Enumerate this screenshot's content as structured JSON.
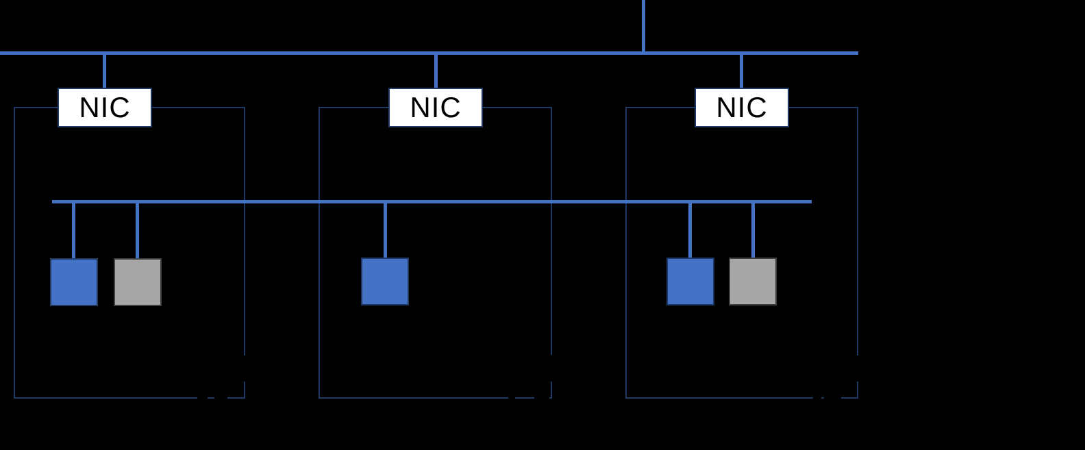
{
  "diagram": {
    "type": "network-virtualization-diagram",
    "physical_bus": {
      "orientation": "horizontal"
    },
    "virtual_bus": {
      "orientation": "horizontal"
    },
    "hosts": [
      {
        "nic_label": "NIC",
        "vms": [
          {
            "kind": "blue"
          },
          {
            "kind": "gray"
          }
        ]
      },
      {
        "nic_label": "NIC",
        "vms": [
          {
            "kind": "blue"
          }
        ]
      },
      {
        "nic_label": "NIC",
        "vms": [
          {
            "kind": "blue"
          },
          {
            "kind": "gray"
          }
        ]
      }
    ]
  },
  "colors": {
    "background": "#000000",
    "bus": "#4472C4",
    "box_border": "#203864",
    "nic_fill": "#FFFFFF",
    "nic_text": "#000000",
    "vm_blue_fill": "#4472C4",
    "vm_blue_border": "#1F3864",
    "vm_gray_fill": "#A6A6A6",
    "vm_gray_border": "#404040"
  }
}
